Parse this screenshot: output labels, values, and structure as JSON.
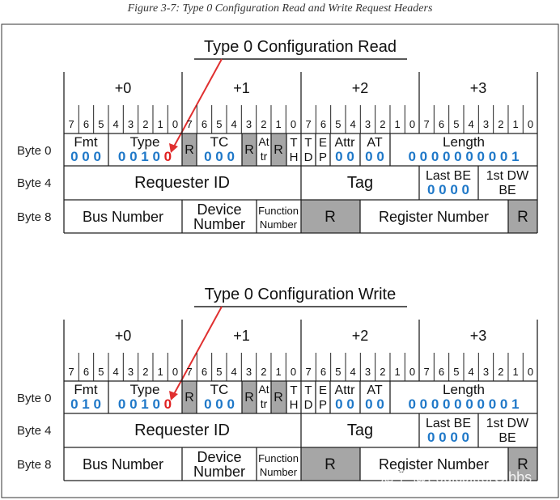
{
  "caption": "Figure 3-7: Type 0 Configuration Read and Write Request Headers",
  "byte_headers": [
    "+0",
    "+1",
    "+2",
    "+3"
  ],
  "bit_numbers": [
    "7",
    "6",
    "5",
    "4",
    "3",
    "2",
    "1",
    "0"
  ],
  "row_labels": [
    "Byte 0",
    "Byte 4",
    "Byte 8"
  ],
  "tables": [
    {
      "title": "Type 0 Configuration Read",
      "fmt_value": "0 0 0",
      "type_value_prefix": "0 0 1 0",
      "type_value_last": "0"
    },
    {
      "title": "Type 0 Configuration Write",
      "fmt_value": "0 1 0",
      "type_value_prefix": "0 0 1 0",
      "type_value_last": "0"
    }
  ],
  "fields": {
    "fmt": "Fmt",
    "type": "Type",
    "r": "R",
    "tc": "TC",
    "tc_value": "0 0 0",
    "attr_a": "At",
    "attr_b": "tr",
    "td_t": "T",
    "td_d": "D",
    "ep_e": "E",
    "ep_p": "P",
    "attr": "Attr",
    "attr_value": "0 0",
    "at": "AT",
    "at_value": "0 0",
    "length": "Length",
    "length_value": "0 0 0 0 0 0 0 0 0 1",
    "th_t": "T",
    "th_h": "H",
    "requester_id": "Requester ID",
    "tag": "Tag",
    "last_be": "Last BE",
    "last_be_value": "0 0 0 0",
    "first_dw": "1st DW",
    "first_dw_be": "BE",
    "bus_number": "Bus Number",
    "device_a": "Device",
    "device_b": "Number",
    "function_a": "Function",
    "function_b": "Number",
    "register_number": "Register Number"
  },
  "watermark": "知乎 @LogicJitterGibbs",
  "colors": {
    "reserved_fill": "#a6a6a6",
    "value_blue": "#1f78c8",
    "value_red": "#e02020",
    "arrow_red": "#e03030"
  }
}
